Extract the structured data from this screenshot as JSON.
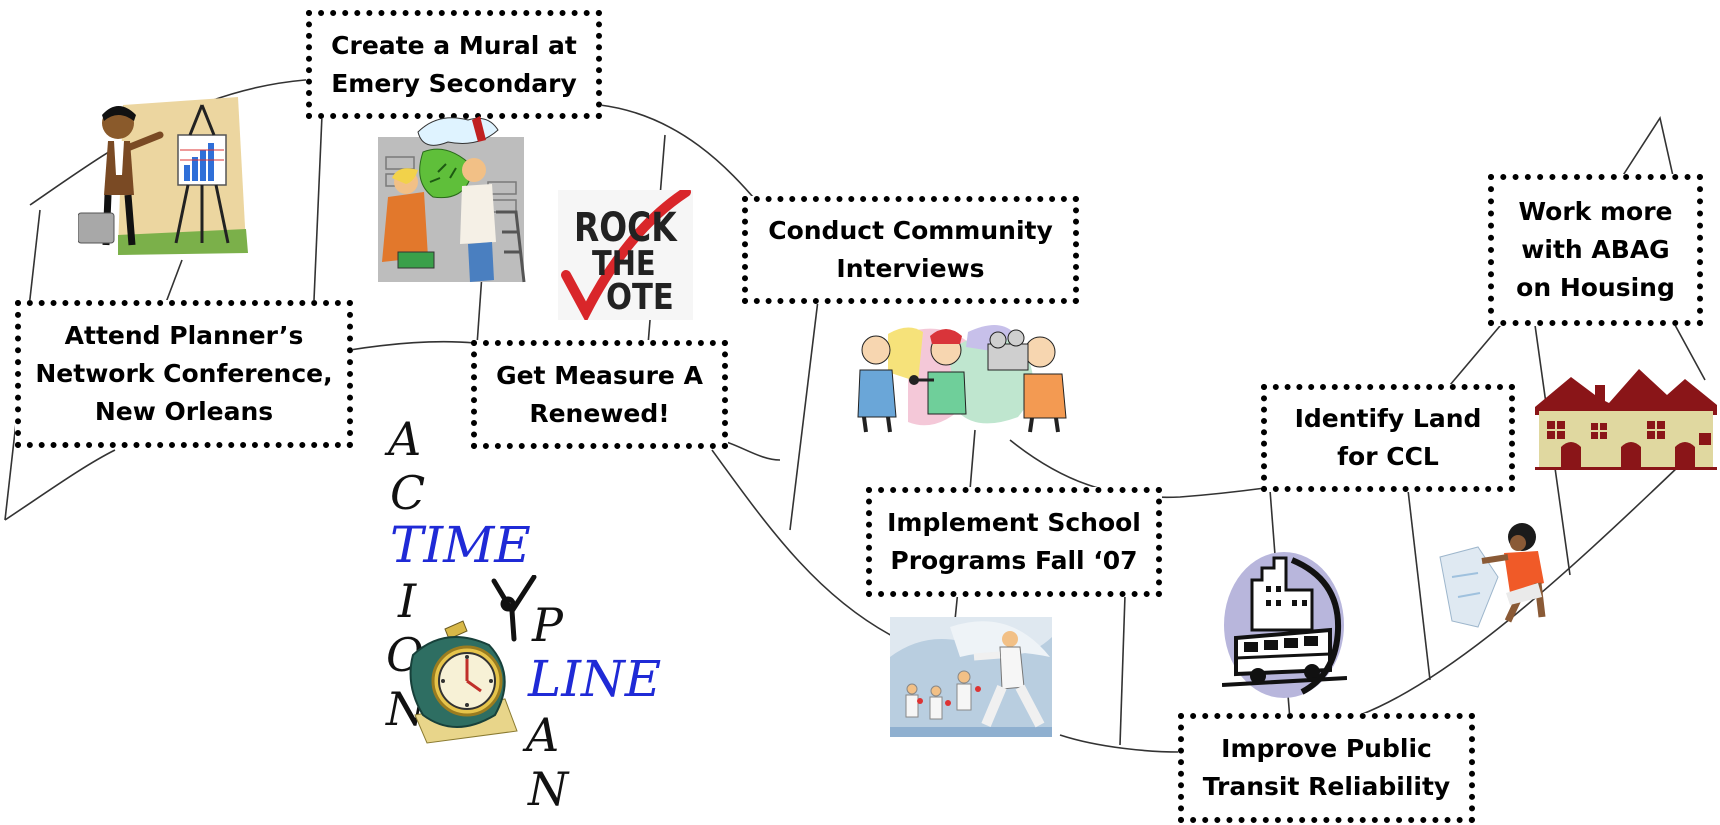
{
  "timeline_items": [
    {
      "id": "mural",
      "lines": [
        "Create a Mural at",
        "Emery Secondary"
      ]
    },
    {
      "id": "planners",
      "lines": [
        "Attend Planner’s",
        "Network Conference,",
        "New Orleans"
      ]
    },
    {
      "id": "measure",
      "lines": [
        "Get Measure A",
        "Renewed!"
      ]
    },
    {
      "id": "interviews",
      "lines": [
        "Conduct Community",
        "Interviews"
      ]
    },
    {
      "id": "school",
      "lines": [
        "Implement School",
        "Programs Fall ‘07"
      ]
    },
    {
      "id": "land",
      "lines": [
        "Identify Land",
        "for CCL"
      ]
    },
    {
      "id": "abag",
      "lines": [
        "Work more",
        "with ABAG",
        "on Housing"
      ]
    },
    {
      "id": "transit",
      "lines": [
        "Improve Public",
        "Transit Reliability"
      ]
    }
  ],
  "rock_the_vote": {
    "line1": "ROCK",
    "line2": "THE",
    "line3": "OTE"
  },
  "title_art": {
    "vertical_word": [
      "A",
      "C",
      "T",
      "I",
      "O",
      "N"
    ],
    "blue_words": [
      "TIME",
      "LINE"
    ],
    "plan_letters": [
      "P",
      "A",
      "N"
    ],
    "colors": {
      "black": "#111111",
      "blue": "#1f2ad6"
    }
  },
  "colors": {
    "box_border": "#000000",
    "connector": "#333333",
    "house": "#8a1518",
    "house_wall": "#e0d8a0",
    "bus_ellipse": "#b8b6dc"
  },
  "icons": [
    "presenter-with-chart-icon",
    "mural-painting-icon",
    "rock-the-vote-logo",
    "interview-people-icon",
    "martial-arts-icon",
    "bus-city-icon",
    "woman-with-map-icon",
    "houses-icon",
    "alarm-clock-icon"
  ]
}
